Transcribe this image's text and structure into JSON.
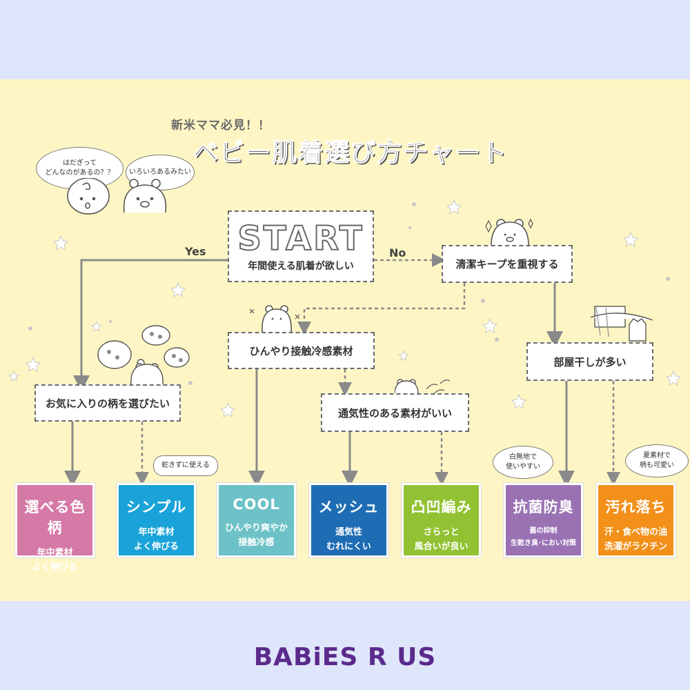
{
  "header": {
    "subtitle": "新米ママ必見！！",
    "title": "ベビー肌着選び方チャート"
  },
  "bubbles": {
    "baby": "はだぎって\nどんなのがあるの？？",
    "bear": "いろいろあるみたい",
    "simple_note": "蛇きずに使える",
    "antibac_note": "白無地で\n使いやすい",
    "stain_note": "夏素材で\n柄も可愛い"
  },
  "start": {
    "label": "START",
    "question": "年間使える肌着が欲しい"
  },
  "branch": {
    "yes": "Yes",
    "no": "No"
  },
  "questions": {
    "cleanliness": "清潔キープを重視する",
    "cool_material": "ひんやり接触冷感素材",
    "favorite_pattern": "お気に入りの柄を選びたい",
    "breathable": "通気性のある素材がいい",
    "indoor_drying": "部屋干しが多い"
  },
  "results": [
    {
      "key": "pattern",
      "title": "選べる色柄",
      "desc": "年中素材\nよく伸びる",
      "color": "#d579a7"
    },
    {
      "key": "simple",
      "title": "シンプル",
      "desc": "年中素材\nよく伸びる",
      "color": "#1aa3d8"
    },
    {
      "key": "cool",
      "title": "COOL",
      "desc": "ひんやり爽やか\n接触冷感",
      "color": "#6cc2c6"
    },
    {
      "key": "mesh",
      "title": "メッシュ",
      "desc": "通気性\nむれにくい",
      "color": "#1e6db4"
    },
    {
      "key": "waffle",
      "title": "凸凹編み",
      "desc": "さらっと\n風合いが良い",
      "color": "#92c233"
    },
    {
      "key": "antibac",
      "title": "抗菌防臭",
      "desc": "菌の抑制\n生乾き臭･におい対策",
      "color": "#9a72b4"
    },
    {
      "key": "stain",
      "title": "汚れ落ち",
      "desc": "汗・食べ物の油\n洗濯がラクチン",
      "color": "#f29019"
    }
  ],
  "brand": {
    "logo": "BABiES R US",
    "color": "#5b2a8c"
  },
  "colors": {
    "arrow": "#8a8a8a",
    "chart_bg": "#fdf6c4",
    "page_bg": "#dfe6fb"
  }
}
